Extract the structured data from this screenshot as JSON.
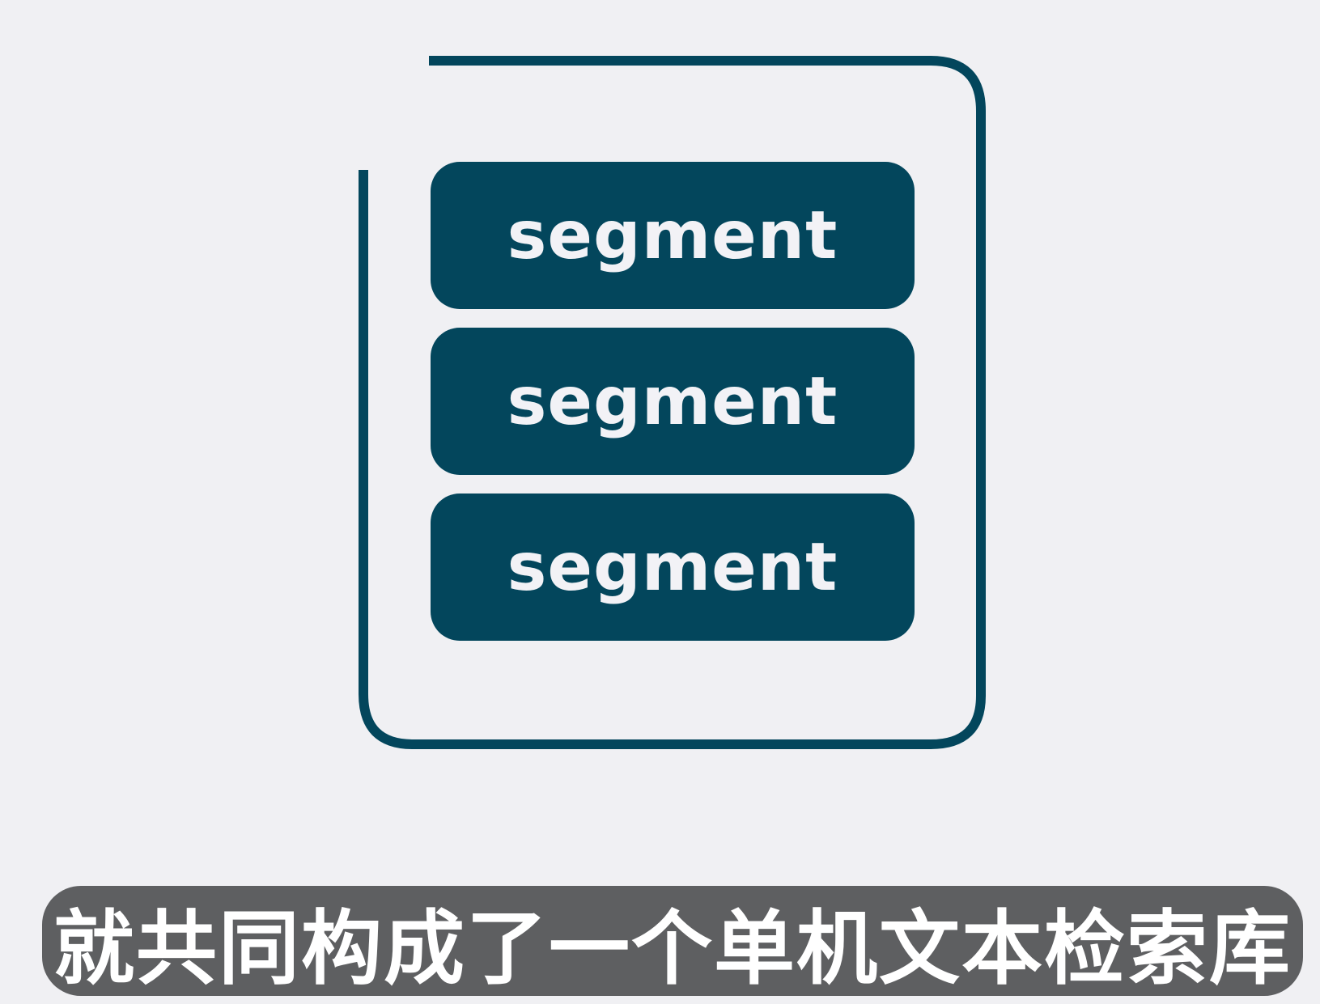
{
  "diagram": {
    "container": {
      "stroke_color": "#03465c",
      "background": "#f0f0f3"
    },
    "segments": [
      {
        "label": "segment"
      },
      {
        "label": "segment"
      },
      {
        "label": "segment"
      }
    ],
    "segment_color": "#03465c",
    "segment_text_color": "#f2f2f6"
  },
  "caption": {
    "text": "就共同构成了一个单机文本检索库",
    "background": "#5e5f61"
  }
}
